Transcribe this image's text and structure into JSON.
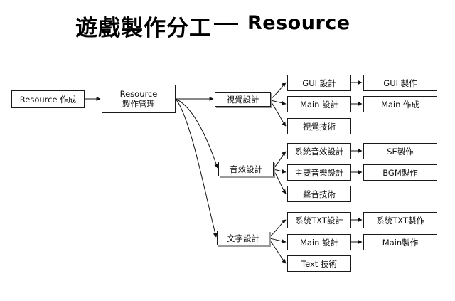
{
  "title": {
    "cjk": "遊戲製作分工",
    "latin": "Resource"
  },
  "nodes": {
    "resource_create": "Resource 作成",
    "resource_mgmt_line1": "Resource",
    "resource_mgmt_line2": "製作管理",
    "visual_design": "視覺設計",
    "sound_design": "音效設計",
    "text_design": "文字設計",
    "gui_design": "GUI 設計",
    "gui_make": "GUI 製作",
    "main_design_visual": "Main 設計",
    "main_create_visual": "Main 作成",
    "visual_tech": "視覺技術",
    "se_design": "系統音效設計",
    "se_make": "SE製作",
    "bgm_design": "主要音樂設計",
    "bgm_make": "BGM製作",
    "sound_tech": "聲音技術",
    "sys_txt_design": "系統TXT設計",
    "sys_txt_make": "系統TXT製作",
    "main_design_text": "Main 設計",
    "main_make_text": "Main製作",
    "text_tech": "Text 技術"
  }
}
